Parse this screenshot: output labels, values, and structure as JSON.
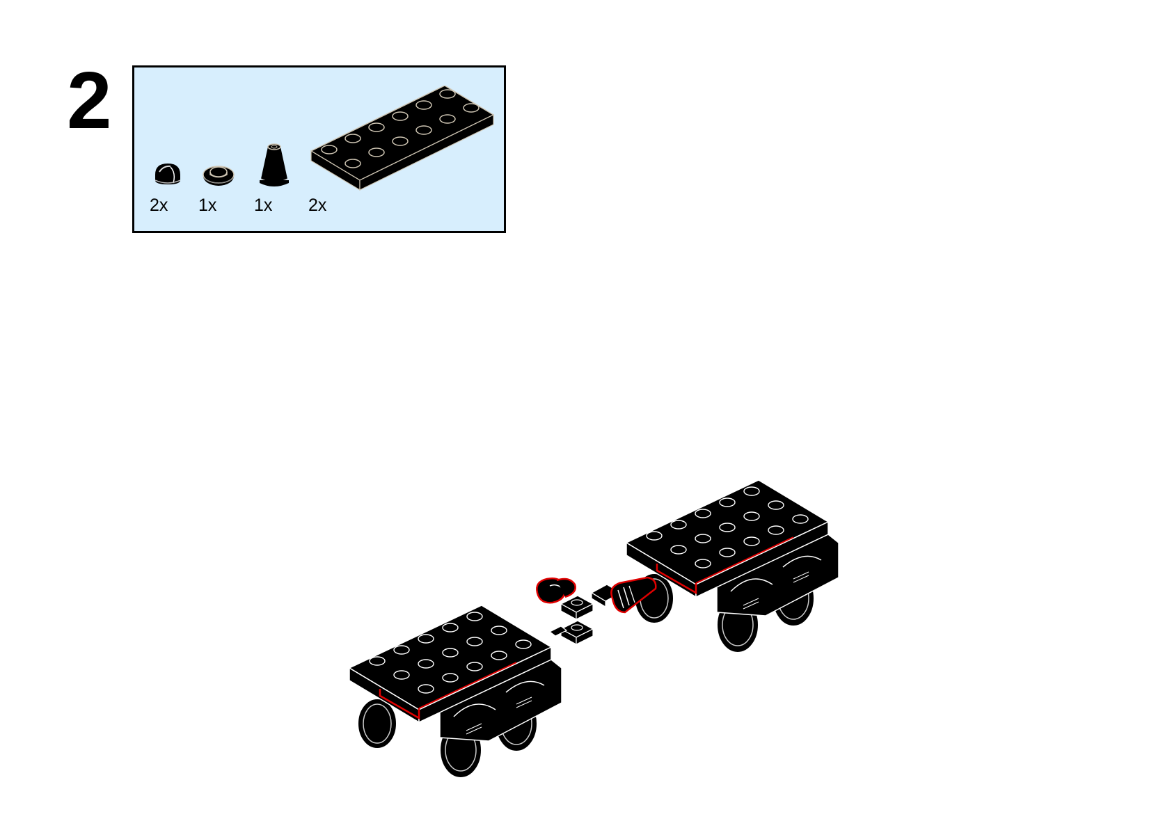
{
  "step": {
    "number": "2"
  },
  "parts_list": {
    "background_color": "#d7eefd",
    "items": [
      {
        "icon": "round-tile-icon",
        "quantity": "2x",
        "color": "#000000"
      },
      {
        "icon": "round-plate-icon",
        "quantity": "1x",
        "color": "#000000"
      },
      {
        "icon": "cone-icon",
        "quantity": "1x",
        "color": "#000000"
      },
      {
        "icon": "plate-2x6-icon",
        "quantity": "2x",
        "color": "#000000"
      }
    ]
  },
  "assembly": {
    "icon": "train-bogie-assembly-icon",
    "highlight_color": "#e00000",
    "part_color": "#000000"
  }
}
